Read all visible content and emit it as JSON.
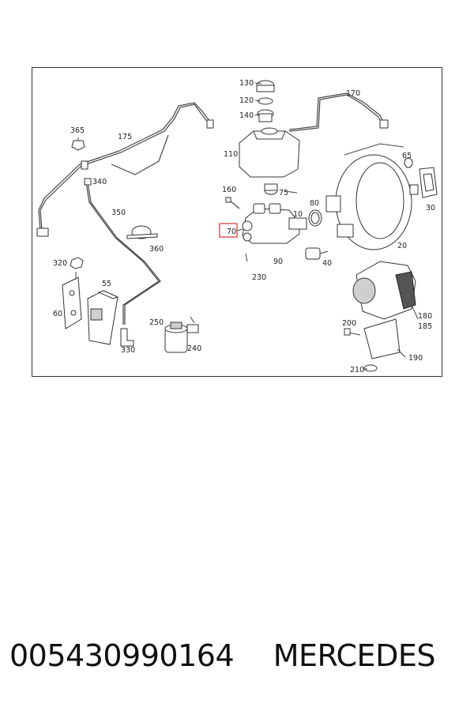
{
  "diagram": {
    "callouts": [
      {
        "id": "130",
        "text": "130"
      },
      {
        "id": "120",
        "text": "120"
      },
      {
        "id": "140",
        "text": "140"
      },
      {
        "id": "170",
        "text": "170"
      },
      {
        "id": "365",
        "text": "365"
      },
      {
        "id": "175",
        "text": "175"
      },
      {
        "id": "110",
        "text": "110"
      },
      {
        "id": "65",
        "text": "65"
      },
      {
        "id": "340",
        "text": "340"
      },
      {
        "id": "160",
        "text": "160"
      },
      {
        "id": "75",
        "text": "75"
      },
      {
        "id": "30",
        "text": "30"
      },
      {
        "id": "350",
        "text": "350"
      },
      {
        "id": "80",
        "text": "80"
      },
      {
        "id": "10",
        "text": "10"
      },
      {
        "id": "70",
        "text": "70"
      },
      {
        "id": "360",
        "text": "360"
      },
      {
        "id": "20",
        "text": "20"
      },
      {
        "id": "90",
        "text": "90"
      },
      {
        "id": "40",
        "text": "40"
      },
      {
        "id": "320",
        "text": "320"
      },
      {
        "id": "230",
        "text": "230"
      },
      {
        "id": "55",
        "text": "55"
      },
      {
        "id": "60",
        "text": "60"
      },
      {
        "id": "180",
        "text": "180"
      },
      {
        "id": "185",
        "text": "185"
      },
      {
        "id": "250",
        "text": "250"
      },
      {
        "id": "200",
        "text": "200"
      },
      {
        "id": "240",
        "text": "240"
      },
      {
        "id": "330",
        "text": "330"
      },
      {
        "id": "190",
        "text": "190"
      },
      {
        "id": "210",
        "text": "210"
      }
    ],
    "highlight_color": "#e03030"
  },
  "caption": {
    "part_number": "005430990164",
    "brand": "MERCEDES"
  }
}
